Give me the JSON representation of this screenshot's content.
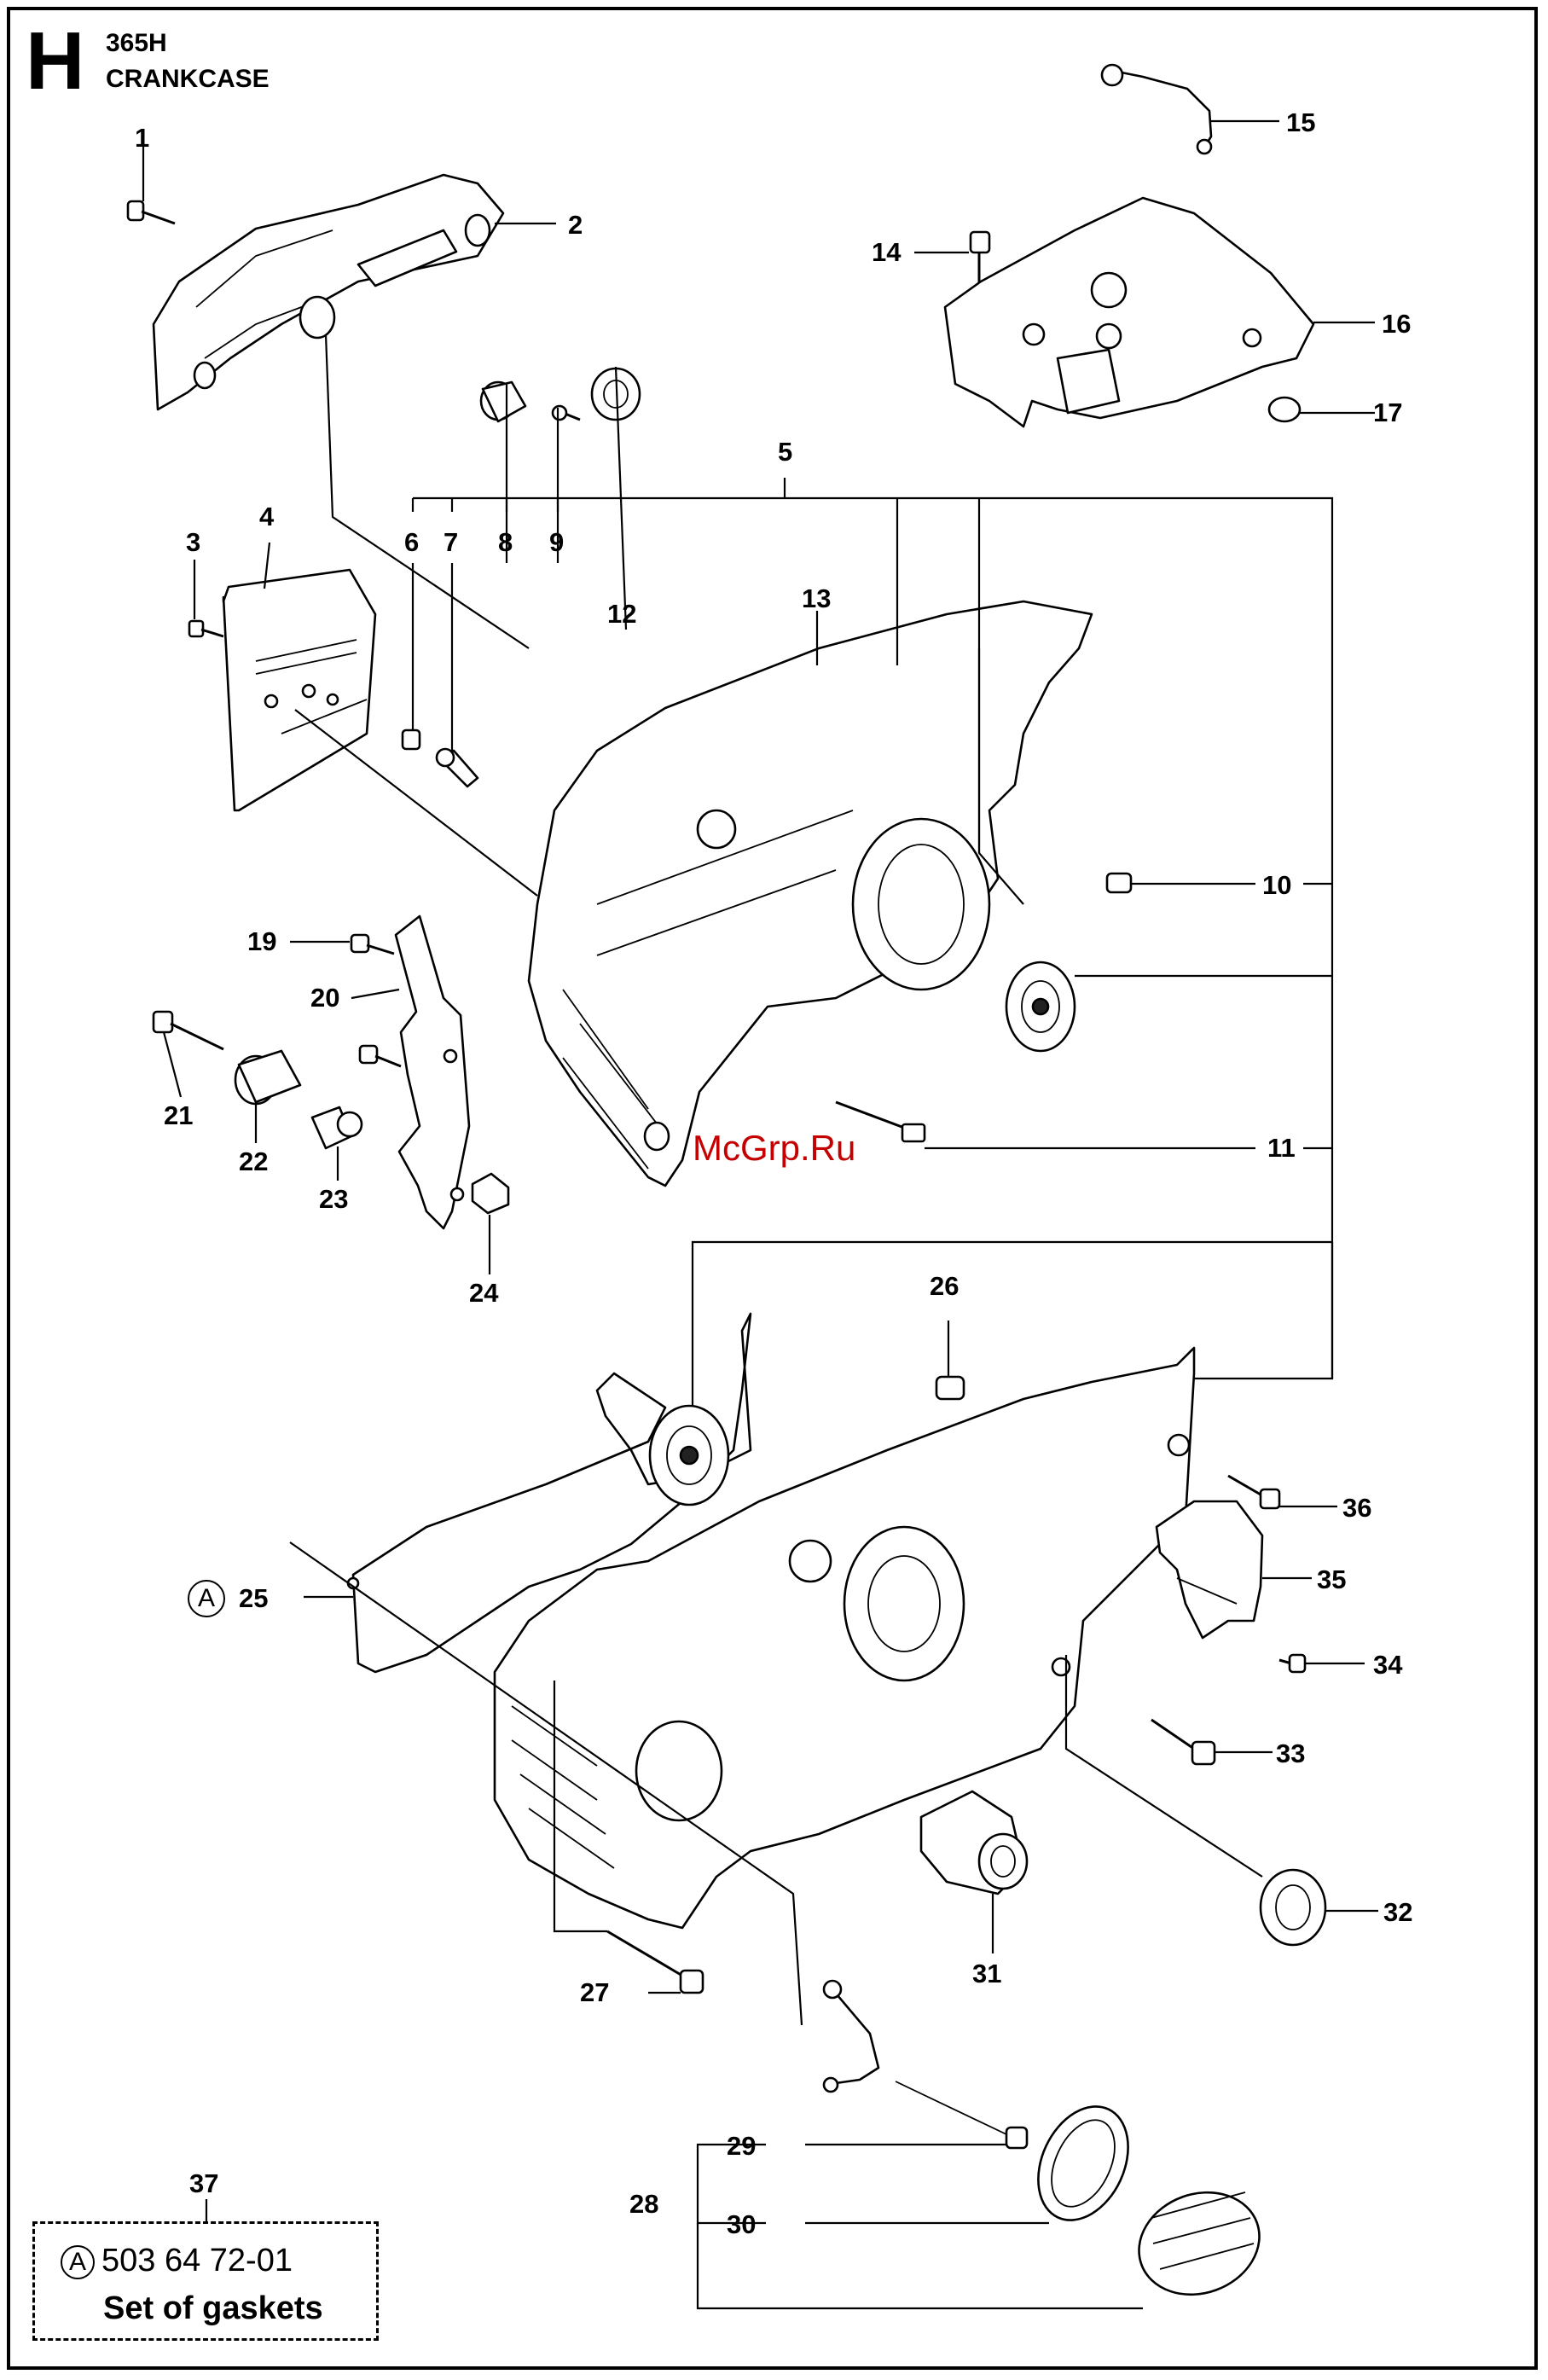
{
  "header": {
    "section_letter": "H",
    "model": "365H",
    "title": "CRANKCASE"
  },
  "watermark": "McGrp.Ru",
  "callouts": [
    "1",
    "2",
    "3",
    "4",
    "5",
    "6",
    "7",
    "8",
    "9",
    "10",
    "11",
    "12",
    "13",
    "14",
    "15",
    "16",
    "17",
    "19",
    "20",
    "21",
    "22",
    "23",
    "24",
    "25",
    "26",
    "27",
    "28",
    "29",
    "30",
    "31",
    "32",
    "33",
    "34",
    "35",
    "36",
    "37"
  ],
  "gasket_marker": "A",
  "kit": {
    "marker": "A",
    "part_number": "503 64 72-01",
    "name": "Set of gaskets"
  }
}
